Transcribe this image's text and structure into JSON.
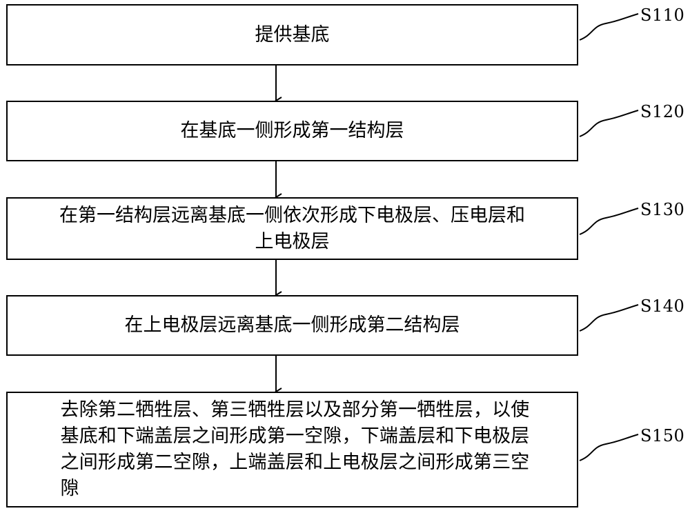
{
  "steps": [
    {
      "id": "S110",
      "text": "提供基底"
    },
    {
      "id": "S120",
      "text": "在基底一侧形成第一结构层"
    },
    {
      "id": "S130",
      "text": "在第一结构层远离基底一侧依次形成下电极层、压电层和\n上电极层"
    },
    {
      "id": "S140",
      "text": "在上电极层远离基底一侧形成第二结构层"
    },
    {
      "id": "S150",
      "text": "去除第二牺牲层、第三牺牲层以及部分第一牺牲层，以使\n基底和下端盖层之间形成第一空隙，下端盖层和下电极层\n之间形成第二空隙，上端盖层和上电极层之间形成第三空\n隙"
    }
  ],
  "colors": {
    "stroke": "#000000",
    "background": "#ffffff"
  }
}
